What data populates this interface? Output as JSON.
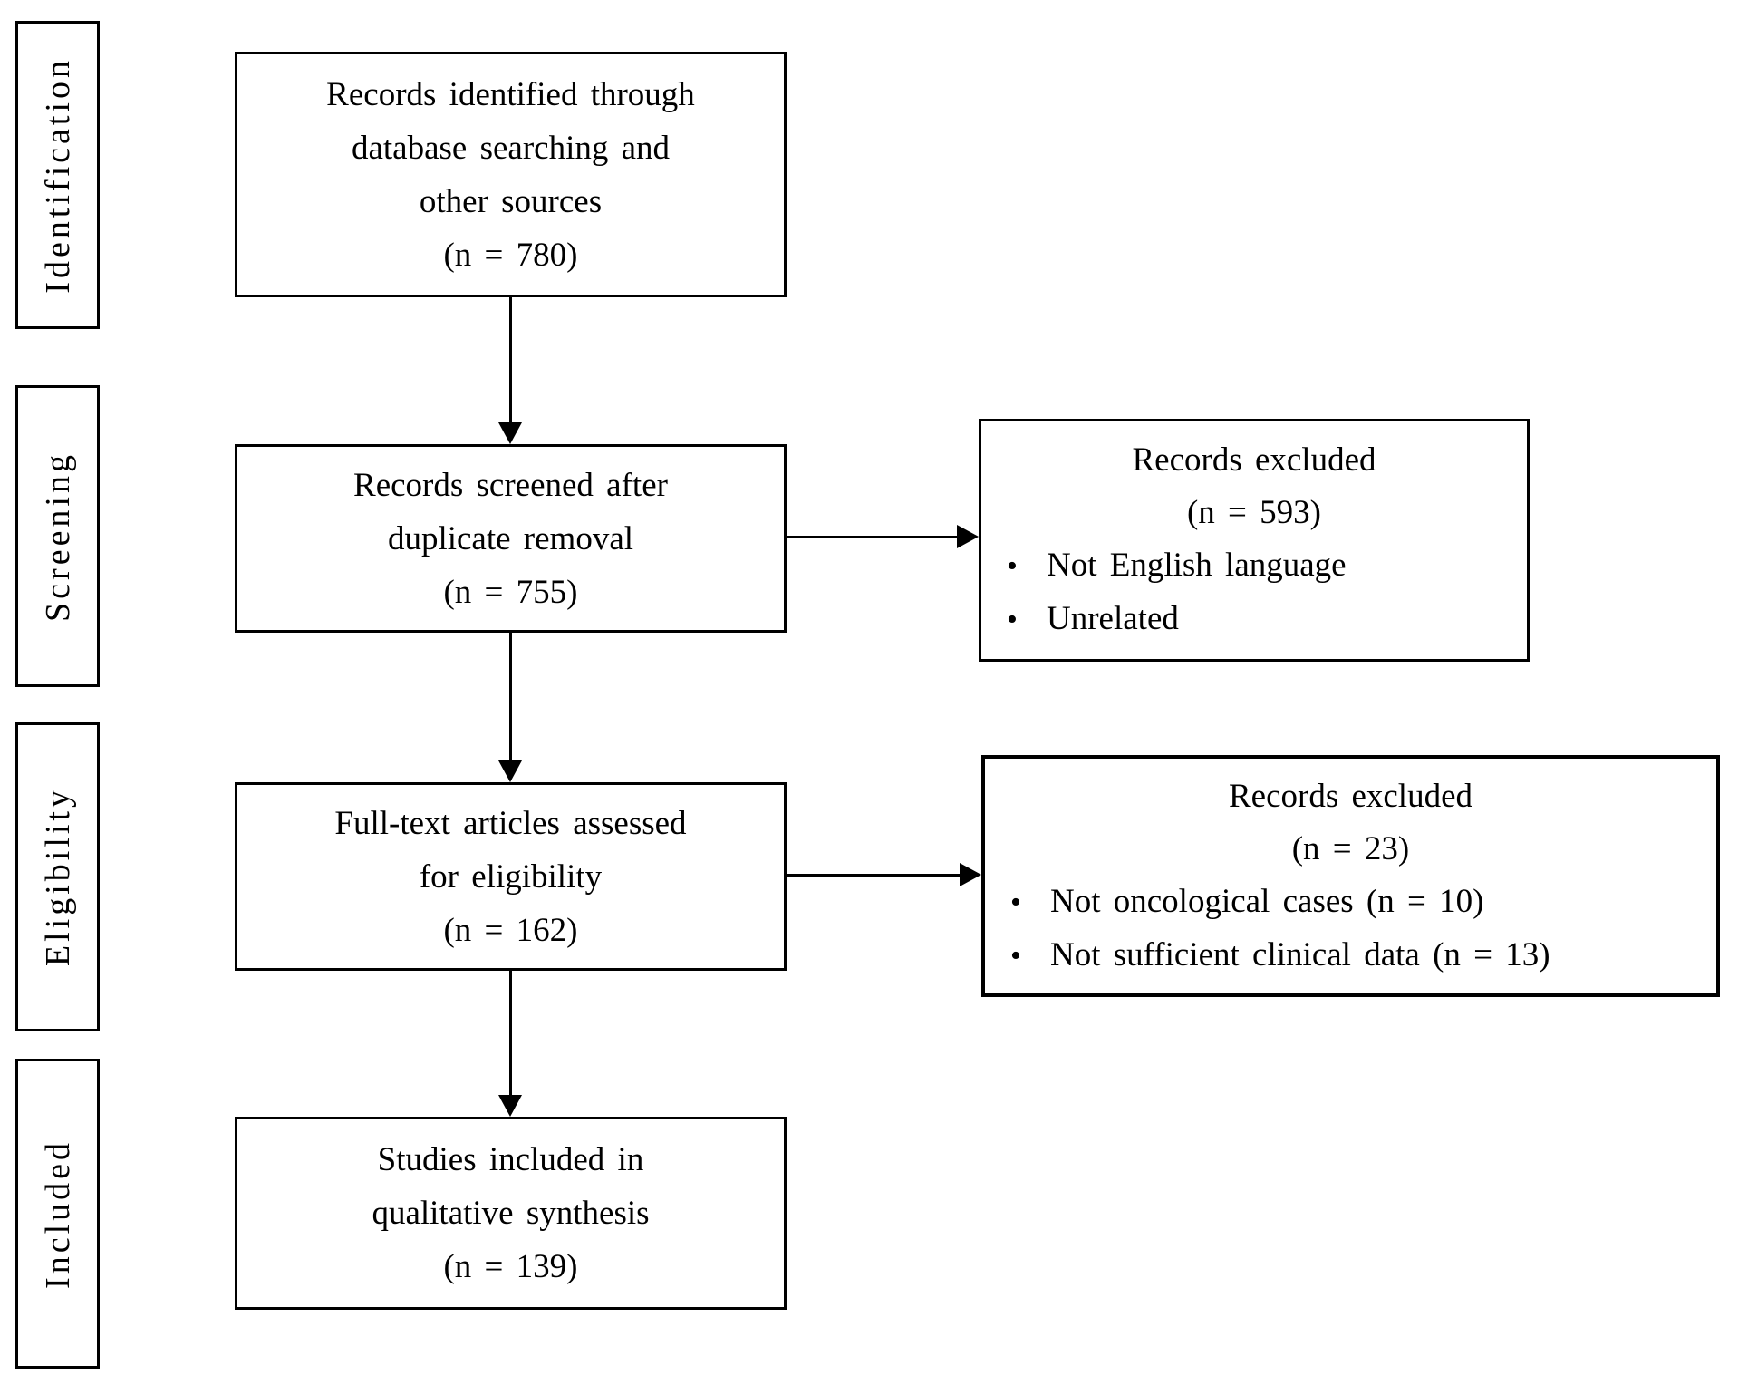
{
  "diagram": {
    "kind": "prisma-flow-diagram",
    "colors": {
      "ink": "#000000",
      "background": "#ffffff"
    },
    "stages": [
      {
        "label": "Identification"
      },
      {
        "label": "Screening"
      },
      {
        "label": "Eligibility"
      },
      {
        "label": "Included"
      }
    ],
    "flow_boxes": [
      {
        "lines": [
          "Records identified through",
          "database searching and",
          "other sources",
          "(n = 780)"
        ]
      },
      {
        "lines": [
          "Records screened after",
          "duplicate removal",
          "(n = 755)"
        ]
      },
      {
        "lines": [
          "Full-text articles assessed",
          "for eligibility",
          "(n = 162)"
        ]
      },
      {
        "lines": [
          "Studies included in",
          "qualitative synthesis",
          "(n = 139)"
        ]
      }
    ],
    "exclusion_boxes": [
      {
        "title": "Records excluded",
        "count": "(n = 593)",
        "reasons": [
          "Not English language",
          "Unrelated"
        ]
      },
      {
        "title": "Records excluded",
        "count": "(n = 23)",
        "reasons": [
          "Not oncological cases (n = 10)",
          "Not sufficient clinical data (n = 13)"
        ]
      }
    ]
  }
}
